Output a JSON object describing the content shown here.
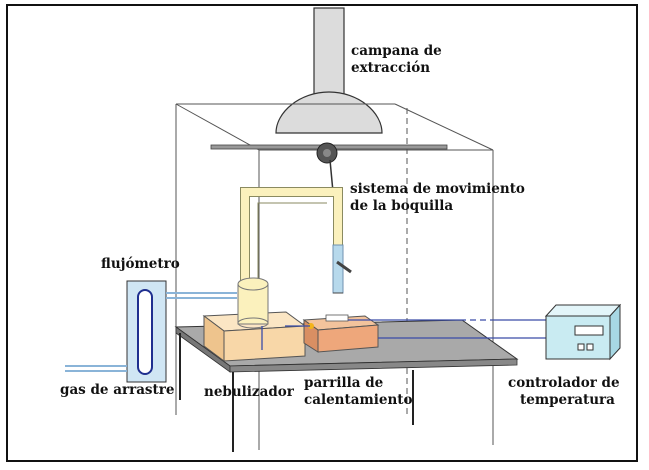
{
  "labels": {
    "fume_hood": [
      "campana de",
      "extracción"
    ],
    "nozzle_motion": [
      "sistema de movimiento",
      "de la boquilla"
    ],
    "flowmeter": "flujómetro",
    "carrier_gas": "gas de arrastre",
    "nebulizer": "nebulizador",
    "hot_plate": [
      "parrilla de",
      "calentamiento"
    ],
    "temp_controller": [
      "controlador de",
      "temperatura"
    ]
  },
  "colors": {
    "tube_yellow": "#fbf1bd",
    "tube_outline": "#8a8a60",
    "hood_gray": "#dcdcdc",
    "block_orange": "#f8d7a8",
    "plate_orange": "#eea77b",
    "controller_cyan": "#c9ebf2",
    "blue_line": "#3a4ca8",
    "light_blue": "#8ab4d8"
  },
  "icons": [
    "fume-hood-icon",
    "nozzle-motor-icon",
    "flowmeter-icon",
    "nebulizer-icon",
    "hot-plate-icon",
    "temperature-controller-icon"
  ]
}
